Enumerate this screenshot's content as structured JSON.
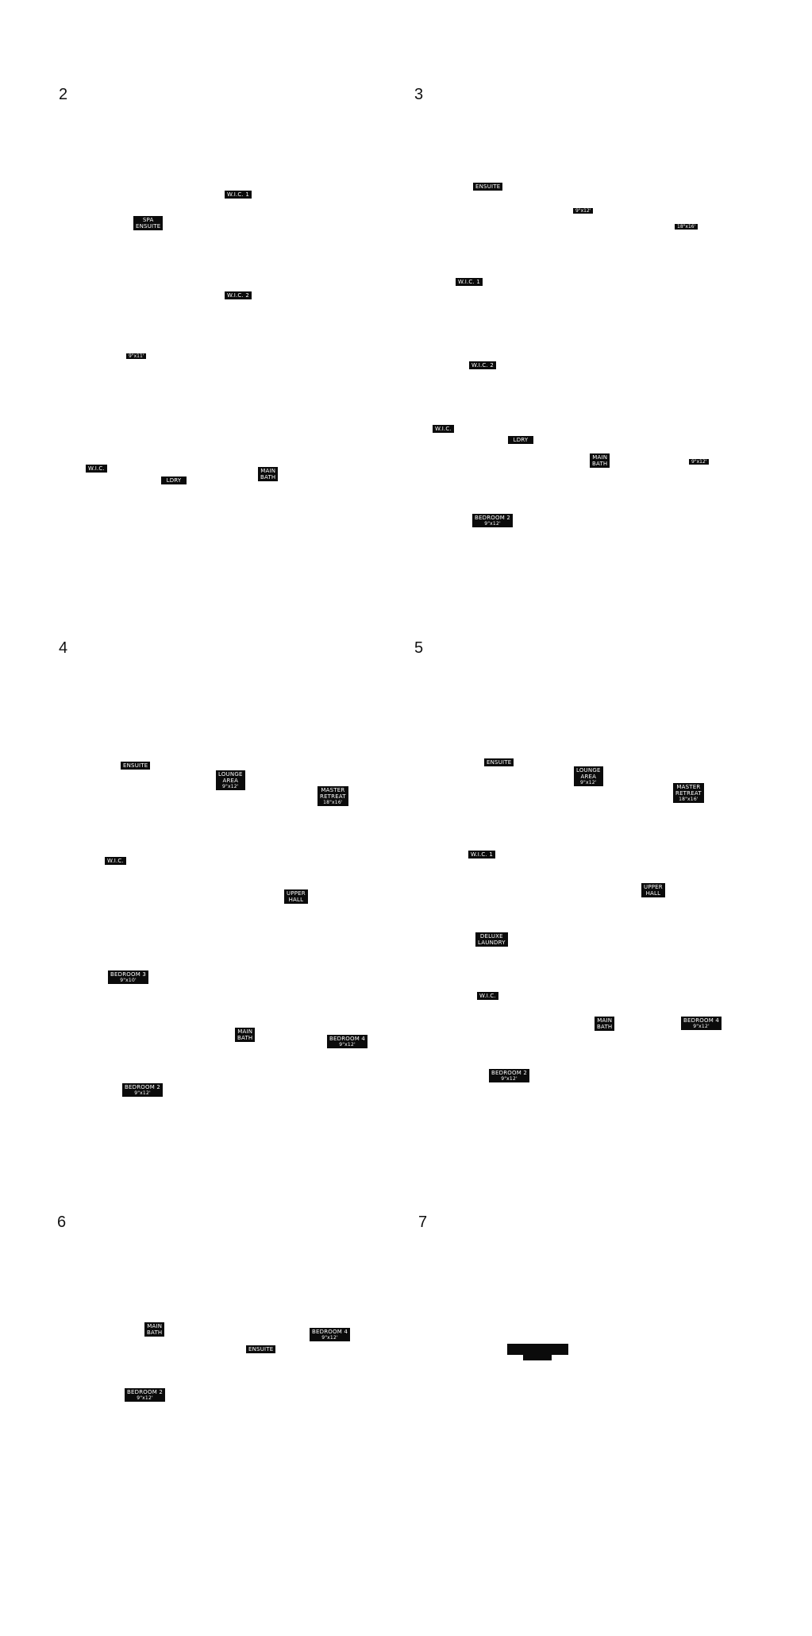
{
  "panels": [
    {
      "number": "2",
      "labels": [
        {
          "lines": [
            "W.I.C. 1"
          ]
        },
        {
          "lines": [
            "SPA",
            "ENSUITE"
          ]
        },
        {
          "lines": [
            "W.I.C. 2"
          ]
        },
        {
          "lines": [
            "W.I.C."
          ]
        },
        {
          "lines": [
            "LDRY"
          ]
        },
        {
          "lines": [
            "MAIN",
            "BATH"
          ]
        }
      ],
      "dimensions": [
        "9\"x11'"
      ]
    },
    {
      "number": "3",
      "labels": [
        {
          "lines": [
            "ENSUITE"
          ]
        },
        {
          "lines": [
            "W.I.C. 1"
          ]
        },
        {
          "lines": [
            "W.I.C. 2"
          ]
        },
        {
          "lines": [
            "W.I.C."
          ]
        },
        {
          "lines": [
            "LDRY"
          ]
        },
        {
          "lines": [
            "MAIN",
            "BATH"
          ]
        },
        {
          "lines": [
            "BEDROOM 2"
          ],
          "sub": "9\"x12'"
        }
      ],
      "dimensions": [
        "9\"x12'",
        "18\"x16'",
        "9\"x12'"
      ]
    },
    {
      "number": "4",
      "labels": [
        {
          "lines": [
            "ENSUITE"
          ]
        },
        {
          "lines": [
            "LOUNGE",
            "AREA"
          ],
          "sub": "9\"x12'"
        },
        {
          "lines": [
            "MASTER",
            "RETREAT"
          ],
          "sub": "18\"x16'"
        },
        {
          "lines": [
            "W.I.C."
          ]
        },
        {
          "lines": [
            "UPPER",
            "HALL"
          ]
        },
        {
          "lines": [
            "BEDROOM 3"
          ],
          "sub": "9\"x10'"
        },
        {
          "lines": [
            "MAIN",
            "BATH"
          ]
        },
        {
          "lines": [
            "BEDROOM 4"
          ],
          "sub": "9\"x12'"
        },
        {
          "lines": [
            "BEDROOM 2"
          ],
          "sub": "9\"x12'"
        }
      ]
    },
    {
      "number": "5",
      "labels": [
        {
          "lines": [
            "ENSUITE"
          ]
        },
        {
          "lines": [
            "LOUNGE",
            "AREA"
          ],
          "sub": "9\"x12'"
        },
        {
          "lines": [
            "MASTER",
            "RETREAT"
          ],
          "sub": "18\"x16'"
        },
        {
          "lines": [
            "W.I.C. 1"
          ]
        },
        {
          "lines": [
            "UPPER",
            "HALL"
          ]
        },
        {
          "lines": [
            "DELUXE",
            "LAUNDRY"
          ]
        },
        {
          "lines": [
            "W.I.C."
          ]
        },
        {
          "lines": [
            "MAIN",
            "BATH"
          ]
        },
        {
          "lines": [
            "BEDROOM 4"
          ],
          "sub": "9\"x12'"
        },
        {
          "lines": [
            "BEDROOM 2"
          ],
          "sub": "9\"x12'"
        }
      ]
    },
    {
      "number": "6",
      "labels": [
        {
          "lines": [
            "MAIN",
            "BATH"
          ]
        },
        {
          "lines": [
            "BEDROOM 4"
          ],
          "sub": "9\"x12'"
        },
        {
          "lines": [
            "ENSUITE"
          ]
        },
        {
          "lines": [
            "BEDROOM 2"
          ],
          "sub": "9\"x12'"
        }
      ]
    },
    {
      "number": "7",
      "labels": []
    }
  ]
}
